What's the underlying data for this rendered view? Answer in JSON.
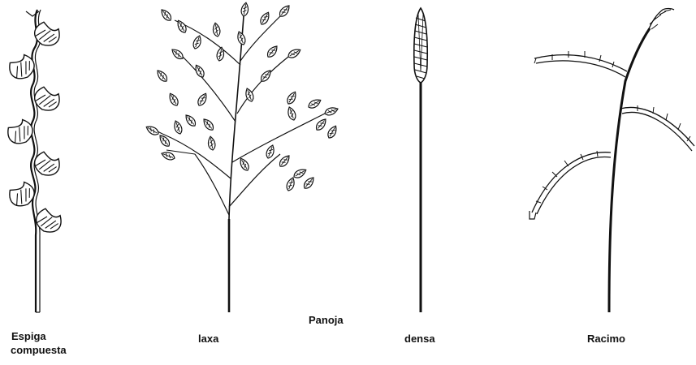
{
  "labels": {
    "espiga_line1": "Espiga",
    "espiga_line2": "compuesta",
    "panoja": "Panoja",
    "laxa": "laxa",
    "densa": "densa",
    "racimo": "Racimo"
  },
  "colors": {
    "ink": "#111111",
    "background": "#ffffff"
  }
}
